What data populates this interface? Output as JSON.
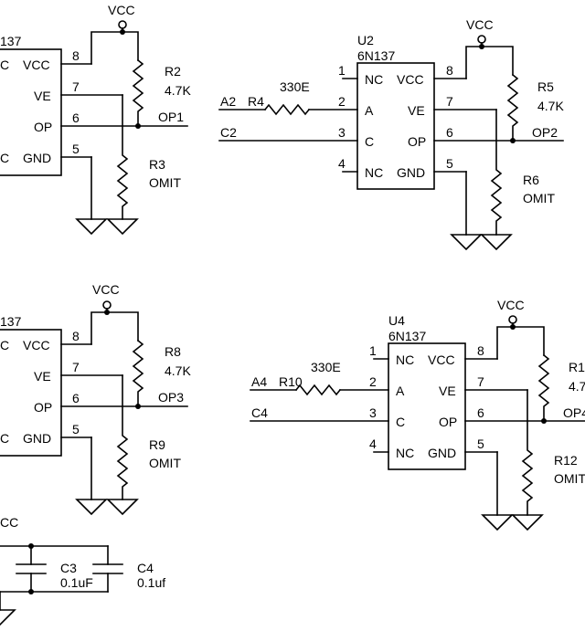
{
  "rails": {
    "vcc": "VCC"
  },
  "channels": [
    {
      "id": "ch1",
      "ref": "",
      "part": "137",
      "pins": {
        "n8": "8",
        "n7": "7",
        "n6": "6",
        "n5": "5"
      },
      "pin_labels": {
        "vcc": "VCC",
        "ve": "VE",
        "op": "OP",
        "gnd": "GND",
        "c": "C",
        "c2": "C"
      },
      "pullup": {
        "ref": "R2",
        "value": "4.7K"
      },
      "ve_res": {
        "ref": "R3",
        "value": "OMIT"
      },
      "output": "OP1"
    },
    {
      "id": "ch2",
      "ref": "U2",
      "part": "6N137",
      "pins": {
        "n1": "1",
        "n2": "2",
        "n3": "3",
        "n4": "4",
        "n8": "8",
        "n7": "7",
        "n6": "6",
        "n5": "5"
      },
      "pin_labels": {
        "nc1": "NC",
        "a": "A",
        "c": "C",
        "nc4": "NC",
        "vcc": "VCC",
        "ve": "VE",
        "op": "OP",
        "gnd": "GND"
      },
      "input_a": "A2",
      "input_c": "C2",
      "series_res": {
        "ref": "R4",
        "value": "330E"
      },
      "pullup": {
        "ref": "R5",
        "value": "4.7K"
      },
      "ve_res": {
        "ref": "R6",
        "value": "OMIT"
      },
      "output": "OP2"
    },
    {
      "id": "ch3",
      "ref": "",
      "part": "137",
      "pins": {
        "n8": "8",
        "n7": "7",
        "n6": "6",
        "n5": "5"
      },
      "pin_labels": {
        "vcc": "VCC",
        "ve": "VE",
        "op": "OP",
        "gnd": "GND",
        "c": "C",
        "c2": "C"
      },
      "pullup": {
        "ref": "R8",
        "value": "4.7K"
      },
      "ve_res": {
        "ref": "R9",
        "value": "OMIT"
      },
      "output": "OP3"
    },
    {
      "id": "ch4",
      "ref": "U4",
      "part": "6N137",
      "pins": {
        "n1": "1",
        "n2": "2",
        "n3": "3",
        "n4": "4",
        "n8": "8",
        "n7": "7",
        "n6": "6",
        "n5": "5"
      },
      "pin_labels": {
        "nc1": "NC",
        "a": "A",
        "c": "C",
        "nc4": "NC",
        "vcc": "VCC",
        "ve": "VE",
        "op": "OP",
        "gnd": "GND"
      },
      "input_a": "A4",
      "input_c": "C4",
      "series_res": {
        "ref": "R10",
        "value": "330E"
      },
      "pullup": {
        "ref": "R1",
        "value": "4.7"
      },
      "ve_res": {
        "ref": "R12",
        "value": "OMIT"
      },
      "output": "OP4"
    }
  ],
  "decoupling": {
    "vcc_label": "CC",
    "c3": {
      "ref": "C3",
      "value": "0.1uF"
    },
    "c4": {
      "ref": "C4",
      "value": "0.1uf"
    }
  }
}
